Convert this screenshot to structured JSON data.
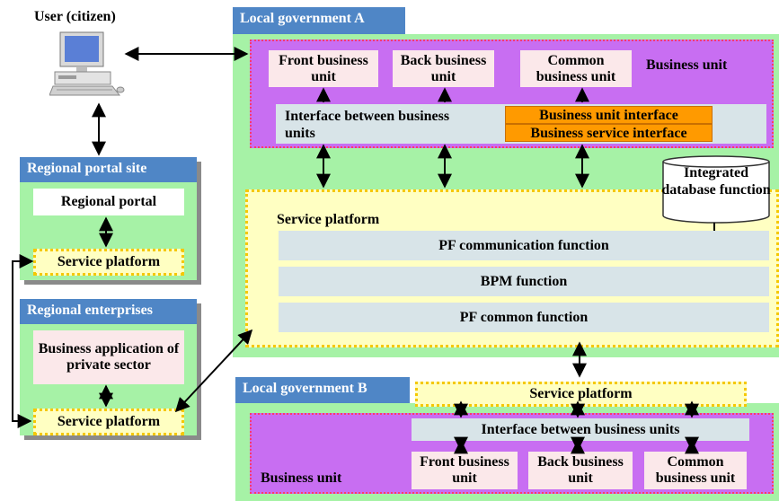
{
  "user": {
    "label": "User (citizen)"
  },
  "portal_site": {
    "title": "Regional portal site",
    "portal": "Regional portal",
    "service_platform": "Service platform"
  },
  "enterprises": {
    "title": "Regional enterprises",
    "app": "Business application of private sector",
    "service_platform": "Service platform"
  },
  "gov_a": {
    "title": "Local government A",
    "business_unit_label": "Business unit",
    "front": "Front business unit",
    "back": "Back business unit",
    "common": "Common business unit",
    "interface": "Interface between business units",
    "bu_interface": "Business unit interface",
    "bs_interface": "Business service interface",
    "service_platform": "Service platform",
    "integrated_db": "Integrated database function",
    "pf_comm": "PF communication function",
    "bpm": "BPM function",
    "pf_common": "PF common function"
  },
  "gov_b": {
    "title": "Local government B",
    "service_platform": "Service platform",
    "interface": "Interface between business units",
    "business_unit_label": "Business unit",
    "front": "Front business unit",
    "back": "Back business unit",
    "common": "Common business unit"
  }
}
